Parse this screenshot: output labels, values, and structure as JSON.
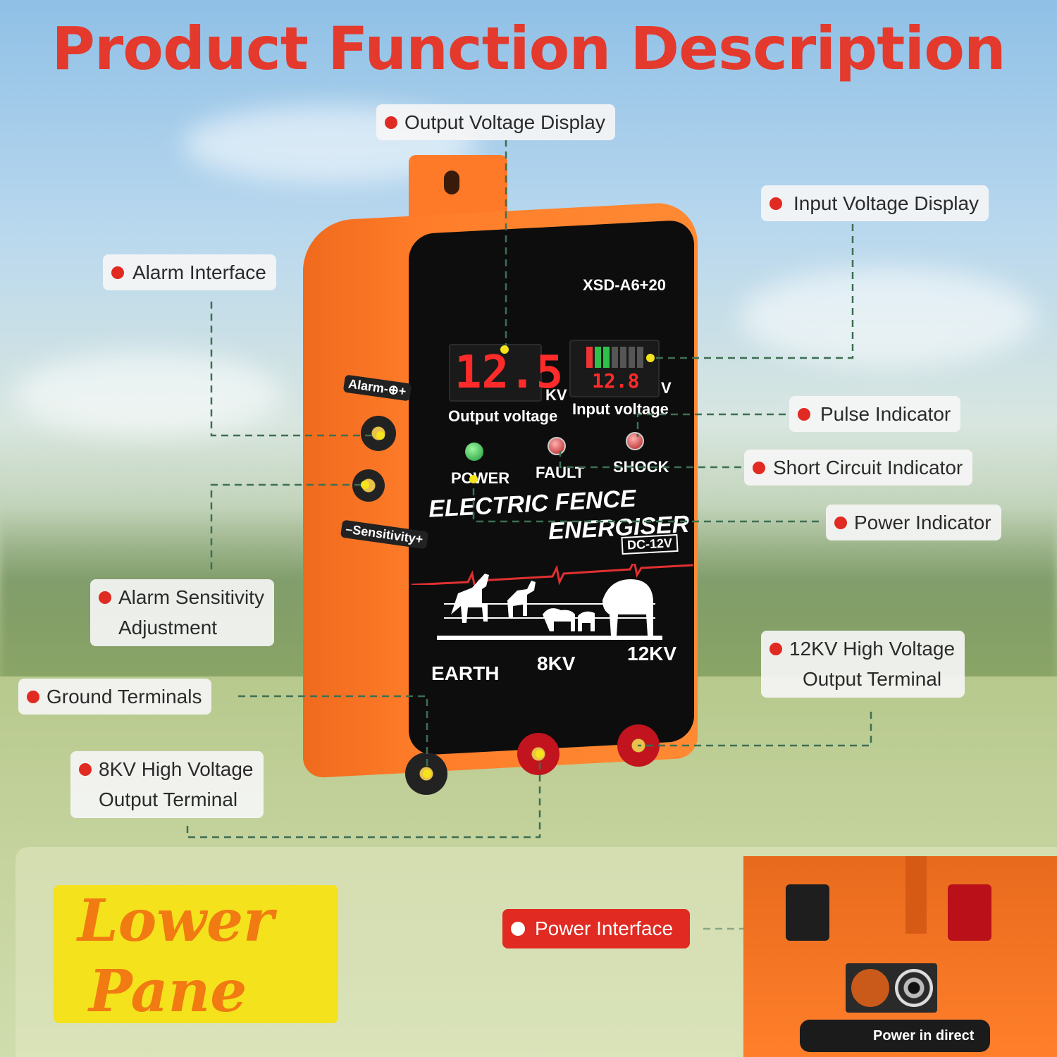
{
  "title": "Product Function Description",
  "labels": {
    "output_voltage_display": "Output Voltage Display",
    "input_voltage_display": "Input Voltage Display",
    "alarm_interface": "Alarm Interface",
    "pulse_indicator": "Pulse Indicator",
    "short_circuit_indicator": "Short Circuit Indicator",
    "power_indicator": "Power Indicator",
    "alarm_sensitivity_line1": "Alarm Sensitivity",
    "alarm_sensitivity_line2": "Adjustment",
    "ground_terminals": "Ground Terminals",
    "hv12_line1": "12KV High Voltage",
    "hv12_line2": "Output Terminal",
    "hv8_line1": "8KV High Voltage",
    "hv8_line2": "Output Terminal"
  },
  "device": {
    "model": "XSD-A6+20",
    "output_reading": "12.5",
    "output_unit": "KV",
    "output_label": "Output voltage",
    "input_reading": "12.8",
    "input_unit": "V",
    "input_label": "Input voltage",
    "led_power": "POWER",
    "led_fault": "FAULT",
    "led_shock": "SHOCK",
    "brand_line1": "ELECTRIC FENCE",
    "brand_line2": "ENERGISER",
    "dc_rating": "DC-12V",
    "terminal_earth": "EARTH",
    "terminal_8kv": "8KV",
    "terminal_12kv": "12KV",
    "side_alarm": "Alarm-⊕+",
    "side_sensitivity": "–Sensitivity+"
  },
  "lower": {
    "line1": "Lower",
    "line2": "Pane",
    "power_interface": "Power Interface",
    "plate_text": "Power in  direct"
  },
  "colors": {
    "title_red": "#e33a2d",
    "device_orange": "#ff7d2a",
    "badge_yellow": "#f3e21c",
    "dot_red": "#e02a22"
  }
}
